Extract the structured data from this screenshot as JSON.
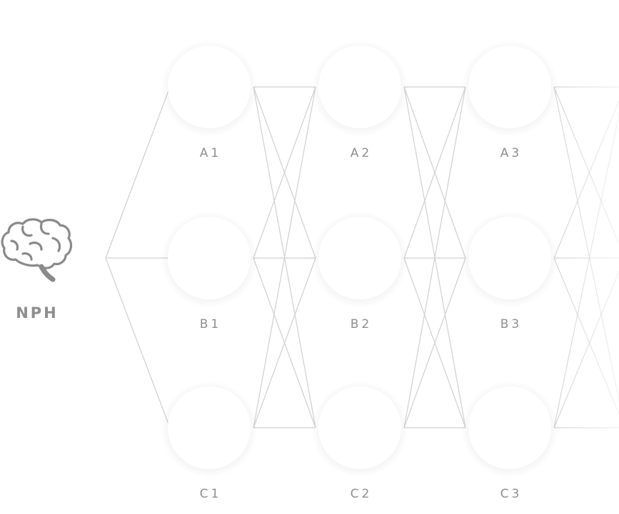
{
  "root": {
    "label": "NPH",
    "icon": "brain-icon"
  },
  "nodes": [
    {
      "id": "A1",
      "label": "A1",
      "icon": "doctor-icon",
      "has_database": true
    },
    {
      "id": "A2",
      "label": "A2",
      "icon": "doctor-icon",
      "has_database": false
    },
    {
      "id": "A3",
      "label": "A3",
      "icon": "doctor-icon",
      "has_database": false
    },
    {
      "id": "B1",
      "label": "B1",
      "icon": "doctor-icon",
      "has_database": true
    },
    {
      "id": "B2",
      "label": "B2",
      "icon": "doctor-icon",
      "has_database": false
    },
    {
      "id": "B3",
      "label": "B3",
      "icon": "doctor-icon",
      "has_database": false
    },
    {
      "id": "C1",
      "label": "C1",
      "icon": "doctor-icon",
      "has_database": true
    },
    {
      "id": "C2",
      "label": "C2",
      "icon": "doctor-icon",
      "has_database": false
    },
    {
      "id": "C3",
      "label": "C3",
      "icon": "doctor-icon",
      "has_database": false
    }
  ],
  "colors": {
    "background": "#ffffff",
    "circle_fill": "#ffffff",
    "circle_shadow": "#d8d8d8",
    "icon_stroke": "#8a8a8a",
    "connector": "#cfcfcf",
    "label": "#8f8f8f"
  }
}
